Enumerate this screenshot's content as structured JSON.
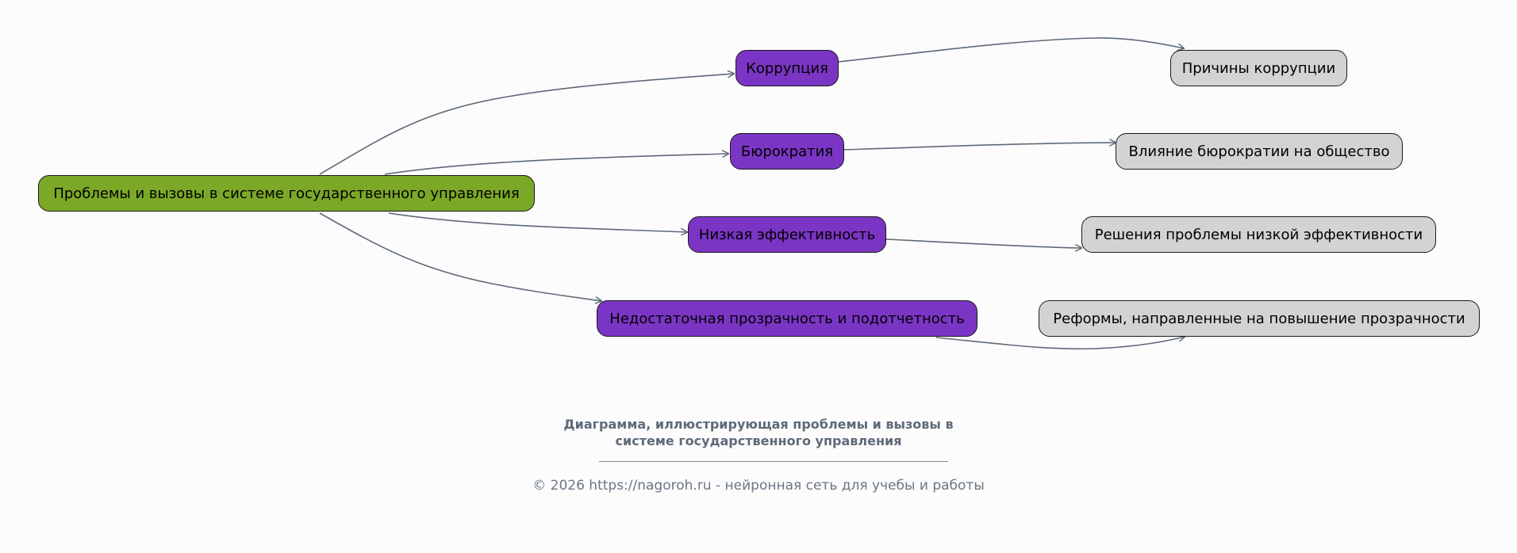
{
  "diagram": {
    "root": {
      "label": "Проблемы и вызовы в системе государственного управления"
    },
    "branches": [
      {
        "label": "Коррупция",
        "child": "Причины коррупции"
      },
      {
        "label": "Бюрократия",
        "child": "Влияние бюрократии на общество"
      },
      {
        "label": "Низкая эффективность",
        "child": "Решения проблемы низкой эффективности"
      },
      {
        "label": "Недостаточная прозрачность и подотчетность",
        "child": "Реформы, направленные на повышение прозрачности"
      }
    ],
    "colors": {
      "root": "#7ba827",
      "branch": "#7b35c4",
      "leaf": "#d3d3d3",
      "edge": "#5e6a78"
    }
  },
  "caption": {
    "line1": "Диаграмма, иллюстрирующая проблемы и вызовы в",
    "line2": "системе государственного управления"
  },
  "footer": {
    "text": "© 2026 https://nagoroh.ru - нейронная сеть для учебы и работы"
  }
}
